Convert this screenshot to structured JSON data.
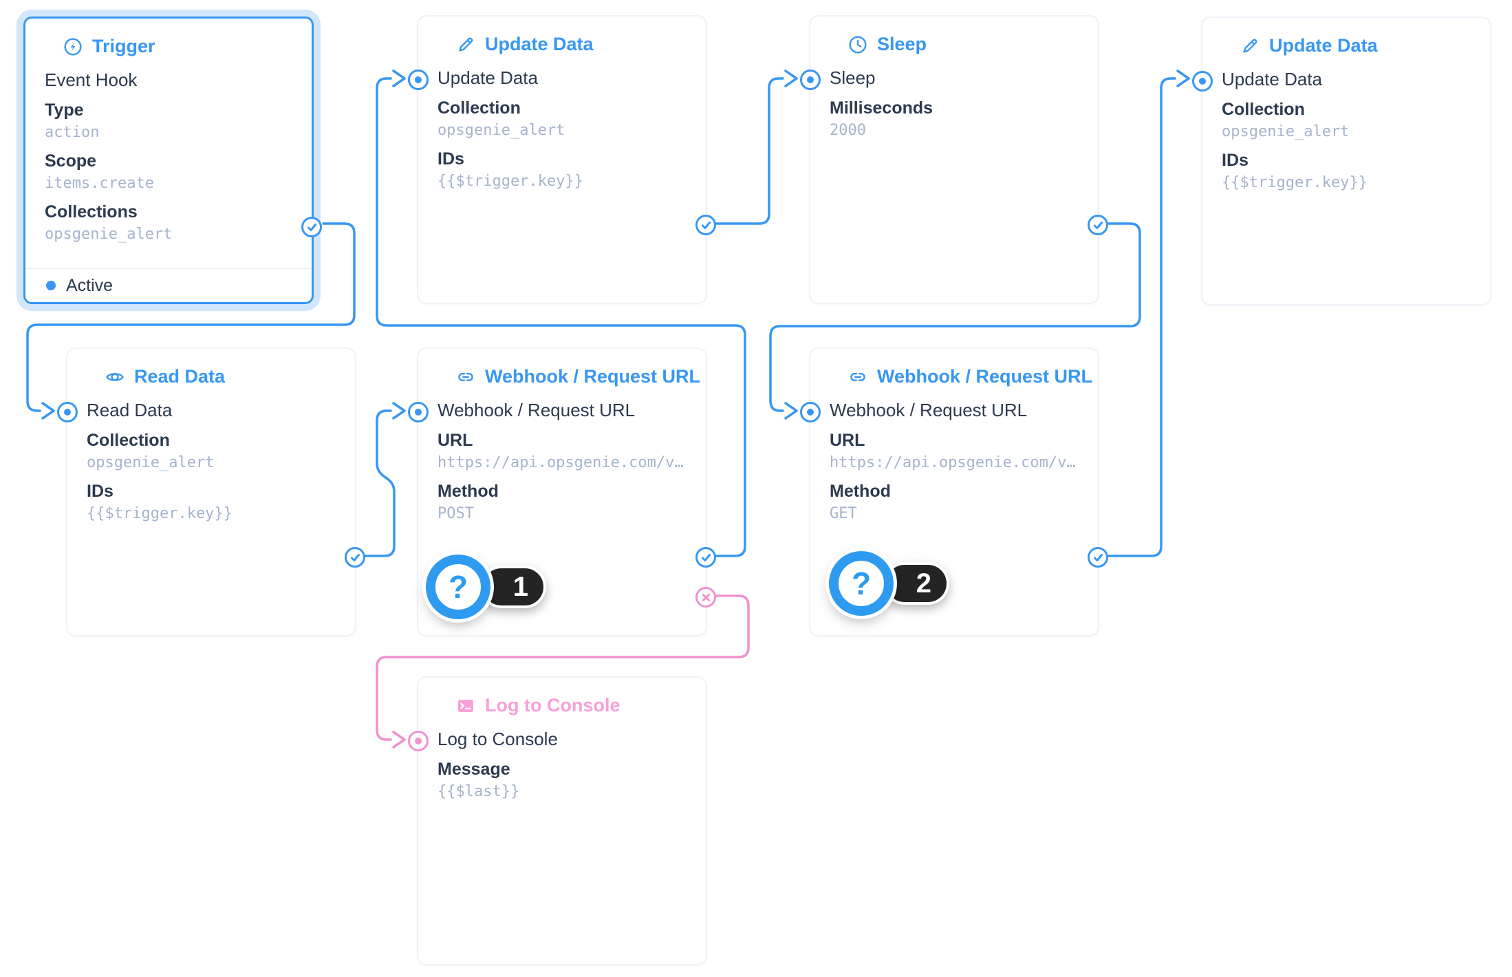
{
  "app": "flow-editor",
  "colors": {
    "accent_blue": "#3897f2",
    "accent_pink_line": "#f191d0",
    "accent_pink_title": "#f8a0d8",
    "text_dark": "#2c3a4f",
    "text_value_mono": "#a5b4cc",
    "card_border": "#eff2f8",
    "selection_glow": "#d3e7fc",
    "badge_dark": "#242424",
    "badge_blue": "#2e9bf0"
  },
  "cards": [
    {
      "id": "trigger",
      "icon": "bolt-icon",
      "title": "Trigger",
      "name": "Event Hook",
      "fields": [
        {
          "label": "Type",
          "value": "action"
        },
        {
          "label": "Scope",
          "value": "items.create"
        },
        {
          "label": "Collections",
          "value": "opsgenie_alert"
        }
      ],
      "status": "Active",
      "selected": true
    },
    {
      "id": "update-data-1",
      "icon": "pencil-icon",
      "title": "Update Data",
      "name": "Update Data",
      "fields": [
        {
          "label": "Collection",
          "value": "opsgenie_alert"
        },
        {
          "label": "IDs",
          "value": "{{$trigger.key}}"
        }
      ]
    },
    {
      "id": "sleep",
      "icon": "clock-icon",
      "title": "Sleep",
      "name": "Sleep",
      "fields": [
        {
          "label": "Milliseconds",
          "value": "2000"
        }
      ]
    },
    {
      "id": "update-data-2",
      "icon": "pencil-icon",
      "title": "Update Data",
      "name": "Update Data",
      "fields": [
        {
          "label": "Collection",
          "value": "opsgenie_alert"
        },
        {
          "label": "IDs",
          "value": "{{$trigger.key}}"
        }
      ]
    },
    {
      "id": "read-data",
      "icon": "eye-icon",
      "title": "Read Data",
      "name": "Read Data",
      "fields": [
        {
          "label": "Collection",
          "value": "opsgenie_alert"
        },
        {
          "label": "IDs",
          "value": "{{$trigger.key}}"
        }
      ]
    },
    {
      "id": "webhook-post",
      "icon": "link-icon",
      "title": "Webhook / Request URL",
      "name": "Webhook / Request URL",
      "fields": [
        {
          "label": "URL",
          "value": "https://api.opsgenie.com/v…"
        },
        {
          "label": "Method",
          "value": "POST"
        }
      ]
    },
    {
      "id": "webhook-get",
      "icon": "link-icon",
      "title": "Webhook / Request URL",
      "name": "Webhook / Request URL",
      "fields": [
        {
          "label": "URL",
          "value": "https://api.opsgenie.com/v…"
        },
        {
          "label": "Method",
          "value": "GET"
        }
      ]
    },
    {
      "id": "log-to-console",
      "icon": "terminal-icon",
      "title": "Log to Console",
      "name": "Log to Console",
      "fields": [
        {
          "label": "Message",
          "value": "{{$last}}"
        }
      ]
    }
  ],
  "connections": [
    {
      "from": "trigger",
      "to": "read-data",
      "type": "resolve"
    },
    {
      "from": "read-data",
      "to": "webhook-post",
      "type": "resolve"
    },
    {
      "from": "webhook-post",
      "to": "update-data-1",
      "type": "resolve"
    },
    {
      "from": "update-data-1",
      "to": "sleep",
      "type": "resolve"
    },
    {
      "from": "sleep",
      "to": "webhook-get",
      "type": "resolve"
    },
    {
      "from": "webhook-get",
      "to": "update-data-2",
      "type": "resolve"
    },
    {
      "from": "webhook-post",
      "to": "log-to-console",
      "type": "reject"
    }
  ],
  "badges": [
    {
      "question_mark": "?",
      "number": "1"
    },
    {
      "question_mark": "?",
      "number": "2"
    }
  ]
}
